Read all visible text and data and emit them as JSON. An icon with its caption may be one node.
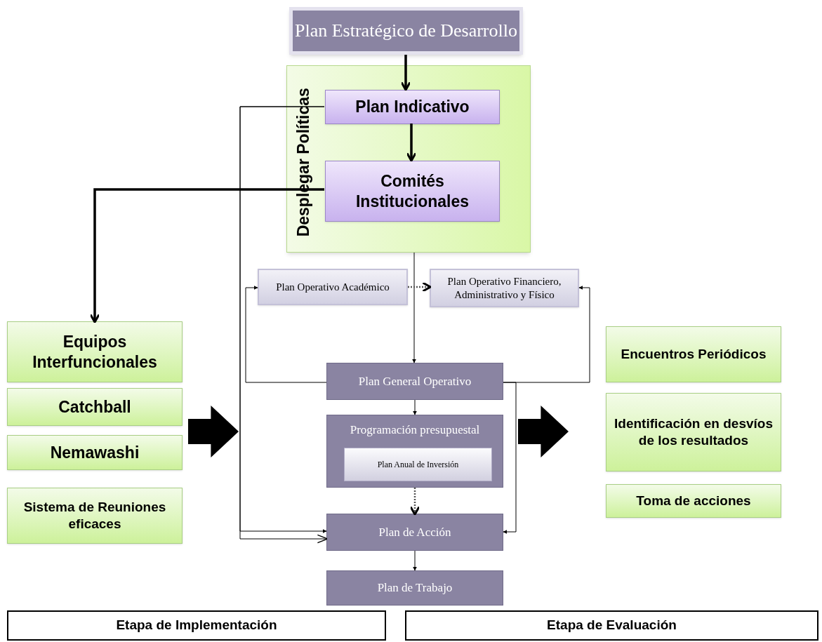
{
  "diagram": {
    "nodes": [
      {
        "text": [
          "Plan Estratégico de Desarrollo"
        ]
      },
      {
        "text": [
          "Desplegar Políticas"
        ]
      },
      {
        "text": [
          "Plan Indicativo"
        ],
        "in": 1
      },
      {
        "text": [
          "Comités Institucionales"
        ],
        "in": 1
      },
      {
        "text": [
          "Plan Operativo Académico"
        ]
      },
      {
        "text": [
          "Plan Operativo Financiero, Administrativo y Físico"
        ]
      },
      {
        "text": [
          "Plan General Operativo"
        ]
      },
      {
        "text": [
          "Programación presupuestal"
        ]
      },
      {
        "text": [
          "Plan Anual de Inversión"
        ],
        "in": 7
      },
      {
        "text": [
          "Plan de Acción"
        ]
      },
      {
        "text": [
          "Plan de Trabajo"
        ]
      },
      {
        "text": [
          "Equipos Interfuncionales"
        ]
      },
      {
        "text": [
          "Catchball"
        ]
      },
      {
        "text": [
          "Nemawashi"
        ]
      },
      {
        "text": [
          "Sistema de Reuniones eficaces"
        ]
      },
      {
        "text": [
          "Encuentros Periódicos"
        ]
      },
      {
        "text": [
          "Identificación en desvíos de los resultados"
        ]
      },
      {
        "text": [
          "Toma de acciones"
        ]
      },
      {
        "text": [
          "Etapa de Implementación"
        ]
      },
      {
        "text": [
          "Etapa de Evaluación"
        ]
      }
    ],
    "edges": [
      {
        "from": 0,
        "to": 2,
        "arrow": "to",
        "style": "thick"
      },
      {
        "from": 2,
        "to": 3,
        "arrow": "to",
        "style": "thick"
      },
      {
        "from": 3,
        "to": 11,
        "arrow": "to",
        "style": "thick"
      },
      {
        "from": 2,
        "to": 9,
        "arrow": "to"
      },
      {
        "from": 2,
        "to": 9,
        "arrow": "to"
      },
      {
        "from": 1,
        "to": 6,
        "arrow": "to"
      },
      {
        "from": 6,
        "to": 4,
        "arrow": "to"
      },
      {
        "from": 6,
        "to": 5,
        "arrow": "to"
      },
      {
        "from": 4,
        "to": 5,
        "arrow": "to",
        "style": "dashed"
      },
      {
        "from": 6,
        "to": 7,
        "arrow": "to"
      },
      {
        "from": 7,
        "to": 9,
        "arrow": "to",
        "style": "dashed"
      },
      {
        "from": 6,
        "to": 9,
        "arrow": "to"
      },
      {
        "from": 9,
        "to": 10,
        "arrow": "to"
      }
    ]
  }
}
